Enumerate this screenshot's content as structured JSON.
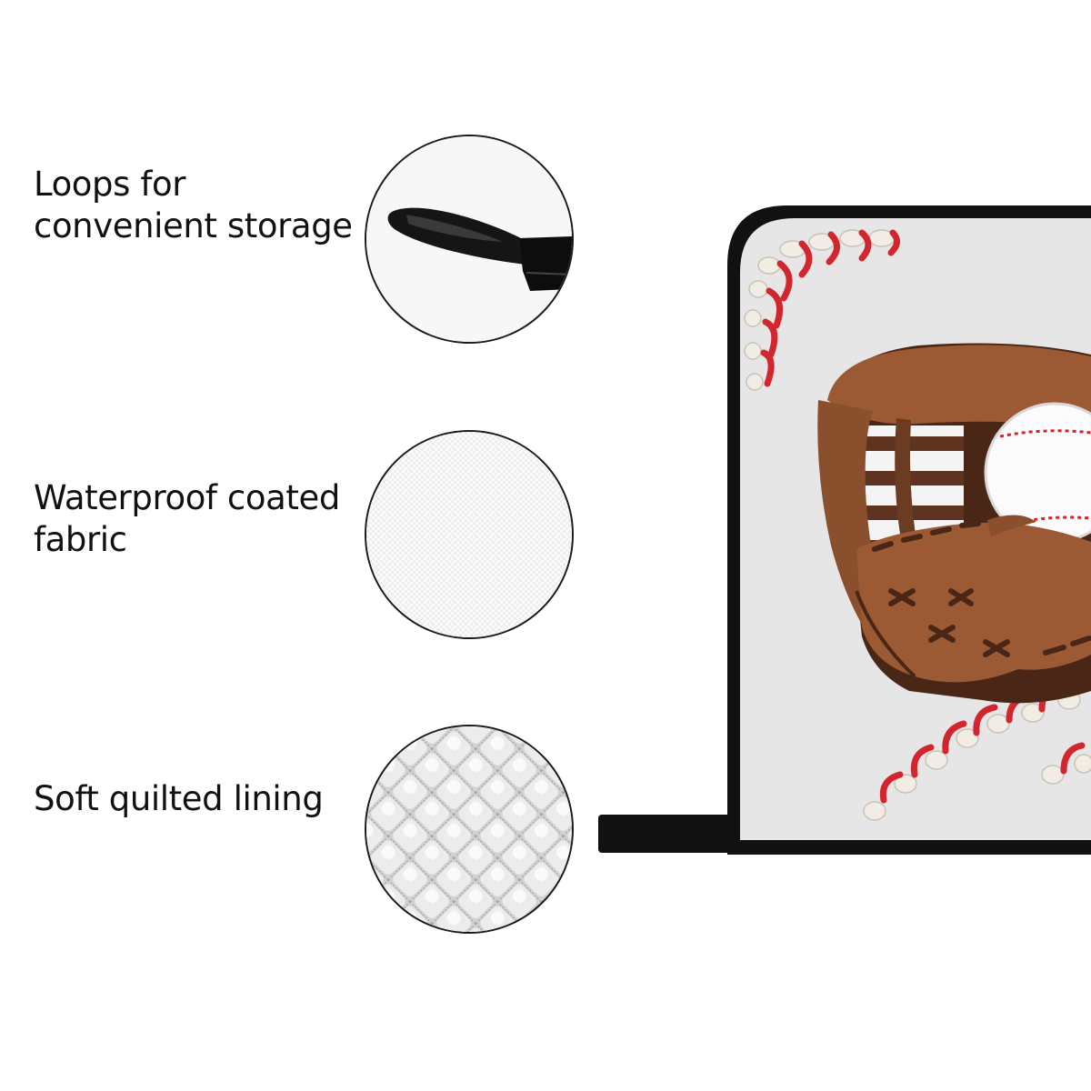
{
  "features": [
    {
      "lines": [
        "Loops for",
        "convenient storage"
      ],
      "detail_icon": "hanging-loop-icon"
    },
    {
      "lines": [
        "Waterproof coated",
        "fabric"
      ],
      "detail_icon": "fabric-texture-icon"
    },
    {
      "lines": [
        "Soft quilted lining"
      ],
      "detail_icon": "quilted-lining-icon"
    }
  ],
  "product": {
    "item": "pot-holder",
    "print": "baseball-glove-and-ball",
    "colors": {
      "background": "#ffffff",
      "fabric": "#e6e6e6",
      "binding": "#111111",
      "glove": "#9b5a34",
      "glove_dark": "#5e3420",
      "stitch_red": "#d3252d",
      "ball": "#fbfbfb"
    }
  }
}
